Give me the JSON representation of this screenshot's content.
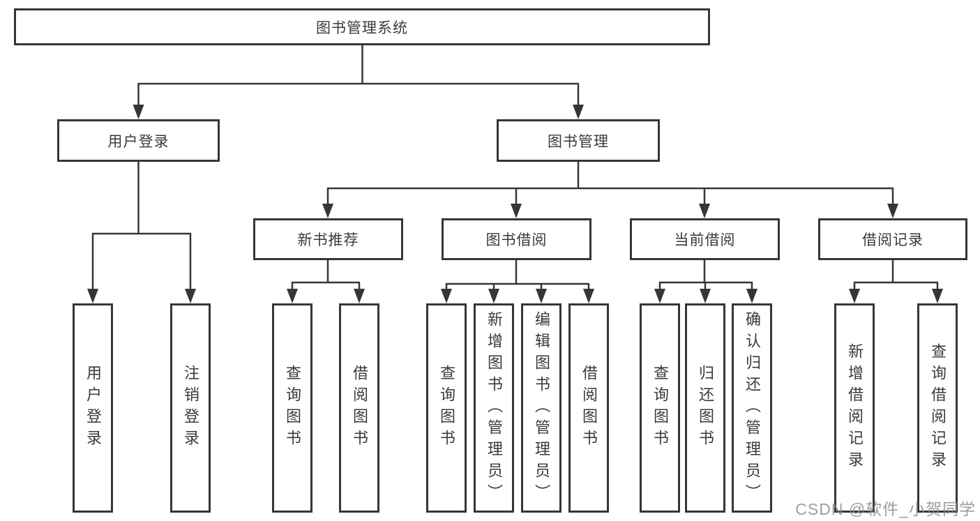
{
  "diagram": {
    "title": "图书管理系统",
    "nodes": {
      "root": "图书管理系统",
      "user_login": "用户登录",
      "book_mgmt": "图书管理",
      "new_book_rec": "新书推荐",
      "book_borrow": "图书借阅",
      "current_borrow": "当前借阅",
      "borrow_record": "借阅记录",
      "leaves": {
        "user_login": [
          "用户登录",
          "注销登录"
        ],
        "new_book_rec": [
          "查询图书",
          "借阅图书"
        ],
        "book_borrow": [
          "查询图书",
          "新增图书（管理员）",
          "编辑图书（管理员）",
          "借阅图书"
        ],
        "current_borrow": [
          "查询图书",
          "归还图书",
          "确认归还（管理员）"
        ],
        "borrow_record": [
          "新增借阅记录",
          "查询借阅记录"
        ]
      }
    },
    "colors": {
      "line": "#363636",
      "box_border": "#363636",
      "text": "#3a3a3a",
      "background": "#ffffff",
      "watermark": "#8c8c8c"
    }
  },
  "watermark": "CSDN @软件_小贺同学"
}
